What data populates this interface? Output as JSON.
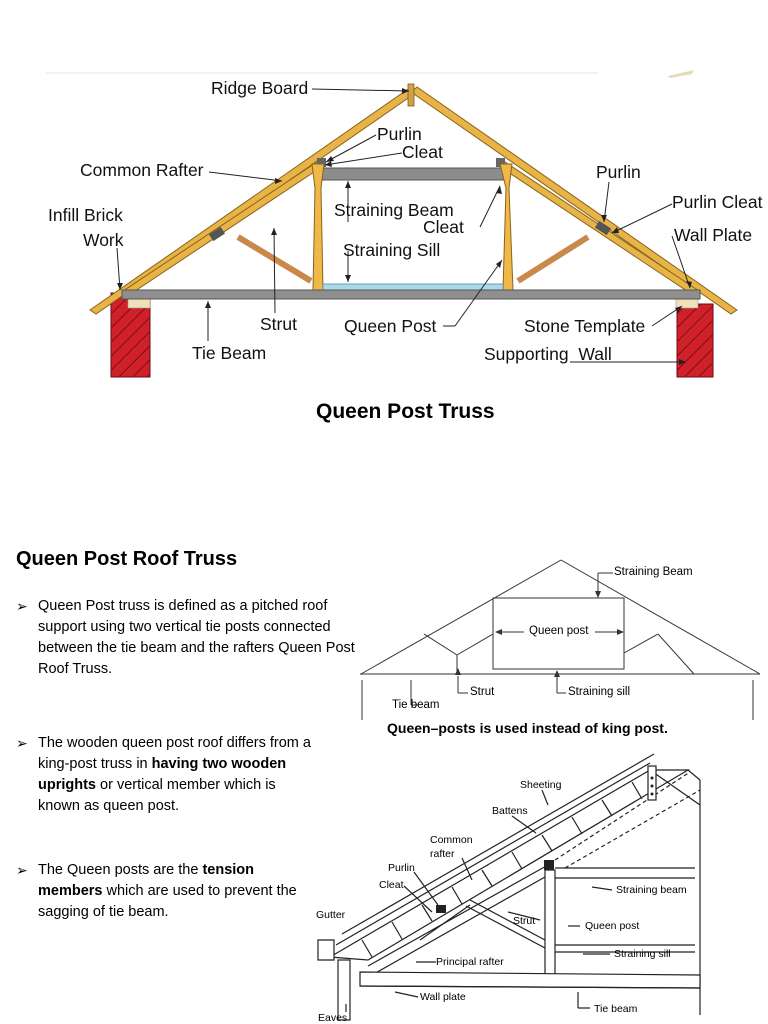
{
  "diagram1": {
    "labels": {
      "ridge_board": "Ridge Board",
      "purlin_center": "Purlin",
      "cleat_center": "Cleat",
      "common_rafter": "Common Rafter",
      "purlin_right": "Purlin",
      "purlin_cleat": "Purlin Cleat",
      "infill_brick": "Infill Brick",
      "work": "Work",
      "straining_beam": "Straining Beam",
      "cleat_lower": "Cleat",
      "wall_plate": "Wall Plate",
      "straining_sill": "Straining Sill",
      "strut": "Strut",
      "queen_post": "Queen Post",
      "stone_template": "Stone Template",
      "tie_beam": "Tie Beam",
      "supporting_wall": "Supporting  Wall"
    },
    "caption": "Queen Post Truss"
  },
  "section": {
    "heading": "Queen Post Roof Truss",
    "bullet_marker": "➢",
    "bullet1": "Queen Post truss is defined as a pitched roof support using two vertical tie posts connected between the tie beam and the rafters Queen Post Roof Truss.",
    "bullet2": {
      "pre": "The wooden queen post roof differs from a king-post truss in ",
      "bold": "having two wooden uprights",
      "post": " or vertical member which is known as queen post."
    },
    "bullet3": {
      "pre": "The Queen posts are the ",
      "bold": "tension members",
      "post": " which are used to prevent the sagging of tie beam."
    }
  },
  "diagram2": {
    "labels": {
      "straining_beam": "Straining Beam",
      "queen_post": "Queen post",
      "tie_beam": "Tie beam",
      "strut": "Strut",
      "straining_sill": "Straining sill"
    },
    "caption": "Queen–posts is used instead of king post."
  },
  "diagram3": {
    "labels": {
      "sheeting": "Sheeting",
      "battens": "Battens",
      "common": "Common",
      "rafter": "rafter",
      "purlin": "Purlin",
      "cleat": "Cleat",
      "straining_beam": "Straining beam",
      "gutter": "Gutter",
      "strut": "Strut",
      "queen_post": "Queen post",
      "straining_sill": "Straining sill",
      "principal_rafter": "Principal rafter",
      "wall_plate": "Wall plate",
      "tie_beam": "Tie beam",
      "eaves": "Eaves"
    }
  }
}
